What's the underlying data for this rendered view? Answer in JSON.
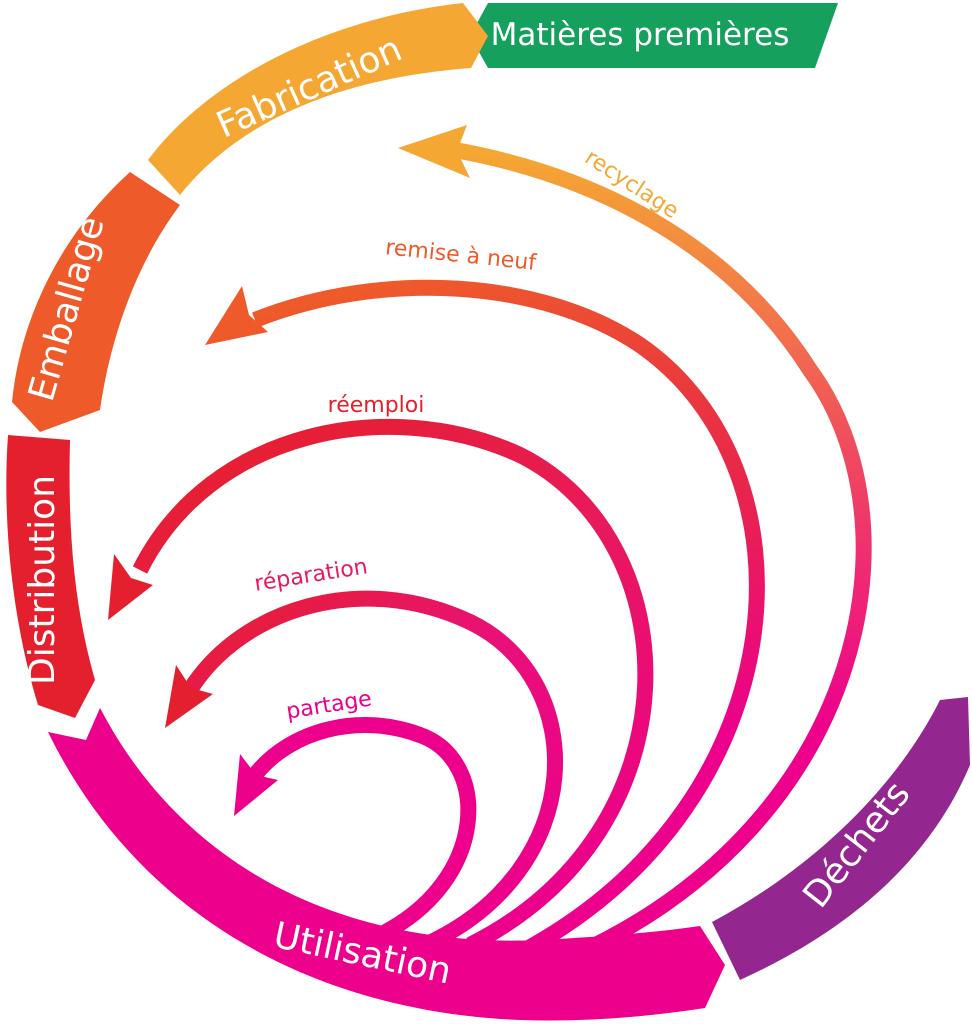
{
  "stages": {
    "raw_materials": {
      "label": "Matières premières",
      "color": "#16a05d"
    },
    "manufacturing": {
      "label": "Fabrication",
      "color": "#f5a733"
    },
    "packaging": {
      "label": "Emballage",
      "color": "#ee5a2a"
    },
    "distribution": {
      "label": "Distribution",
      "color": "#e5202e"
    },
    "use": {
      "label": "Utilisation",
      "color": "#ec008c"
    },
    "waste": {
      "label": "Déchets",
      "color": "#93278f"
    }
  },
  "loops": {
    "recycling": {
      "label": "recyclage",
      "color": "#f5a733"
    },
    "refurbishing": {
      "label": "remise à neuf",
      "color": "#ee5a2a"
    },
    "reuse": {
      "label": "réemploi",
      "color": "#e5202e"
    },
    "repair": {
      "label": "réparation",
      "color": "#e61a5c"
    },
    "sharing": {
      "label": "partage",
      "color": "#ec008c"
    }
  }
}
